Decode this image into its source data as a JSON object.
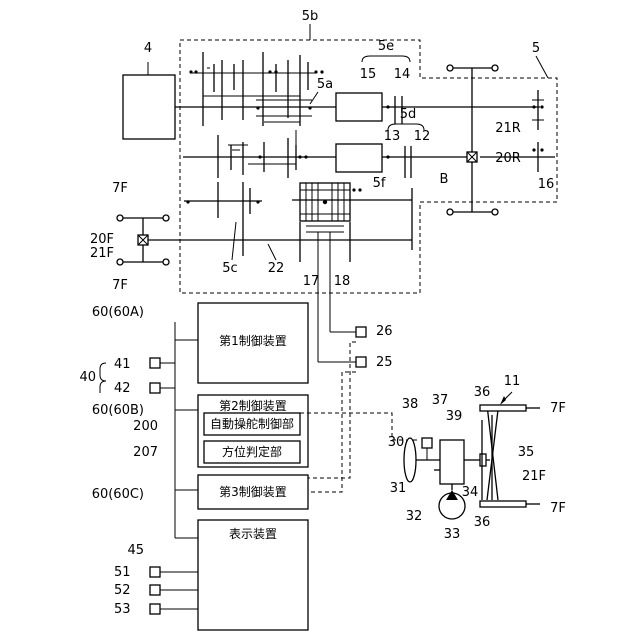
{
  "labels": {
    "n4": "4",
    "n5b": "5b",
    "n5": "5",
    "n5e": "5e",
    "n15": "15",
    "n14": "14",
    "n5a": "5a",
    "n5d": "5d",
    "n13": "13",
    "n12": "12",
    "n21R": "21R",
    "n20R": "20R",
    "nB": "B",
    "n16": "16",
    "n5f": "5f",
    "n7F_top": "7F",
    "n20F": "20F",
    "n21F_left": "21F",
    "n7F_bottom": "7F",
    "n5c": "5c",
    "n22": "22",
    "n17": "17",
    "n18": "18",
    "n60A": "60(60A)",
    "n26": "26",
    "n25": "25",
    "n41": "41",
    "n40": "40",
    "n42": "42",
    "n60B": "60(60B)",
    "n200": "200",
    "n207": "207",
    "n60C": "60(60C)",
    "n45": "45",
    "n51": "51",
    "n52": "52",
    "n53": "53",
    "n11": "11",
    "n36_top": "36",
    "n7F_r1": "7F",
    "n38": "38",
    "n37": "37",
    "n39": "39",
    "n30": "30",
    "n35": "35",
    "n21F_right": "21F",
    "n31": "31",
    "n34": "34",
    "n32": "32",
    "n36_bottom": "36",
    "n7F_r2": "7F",
    "n33": "33"
  },
  "control_units": {
    "first": "第1制御装置",
    "second": "第2制御装置",
    "auto_steer": "自動操舵制御部",
    "direction": "方位判定部",
    "third": "第3制御装置",
    "display": "表示装置"
  }
}
